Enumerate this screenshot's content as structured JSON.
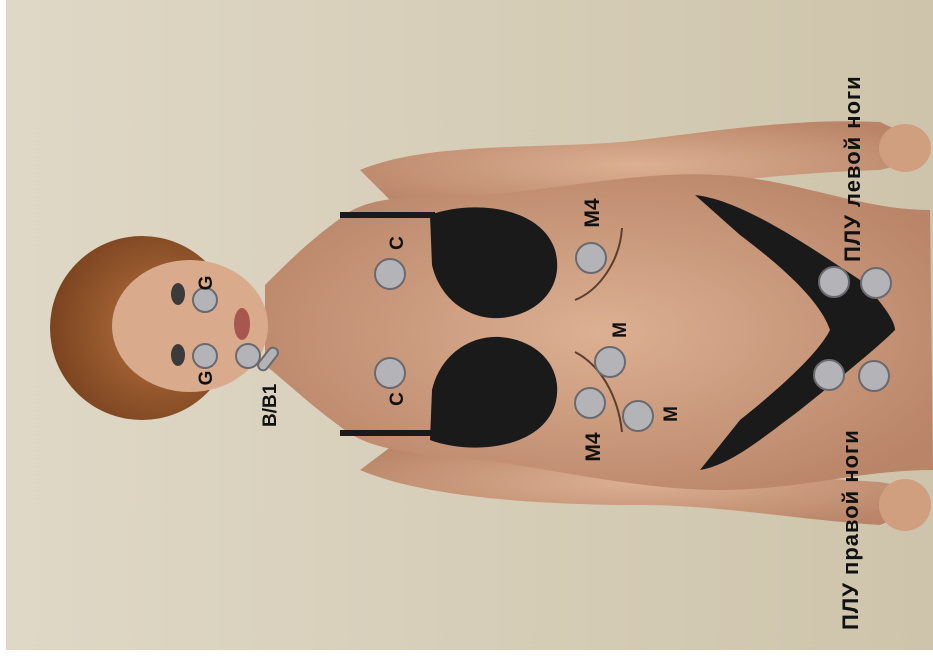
{
  "labels": {
    "g_top": "G",
    "g_bottom": "G",
    "b_b1": "B/B1",
    "c_top": "C",
    "c_bottom": "C",
    "m4_top": "M4",
    "m4_bottom": "M4",
    "m_a": "M",
    "m_b": "M",
    "plu_left": "ПЛУ левой ноги",
    "plu_right": "ПЛУ правой ноги"
  },
  "colors": {
    "background": "#d6ceb8",
    "marker_fill": "#b4b4b8",
    "marker_stroke": "#6a6a6e",
    "label": "#111111",
    "skin": "#d2a584",
    "garment": "#1a1a1a"
  }
}
